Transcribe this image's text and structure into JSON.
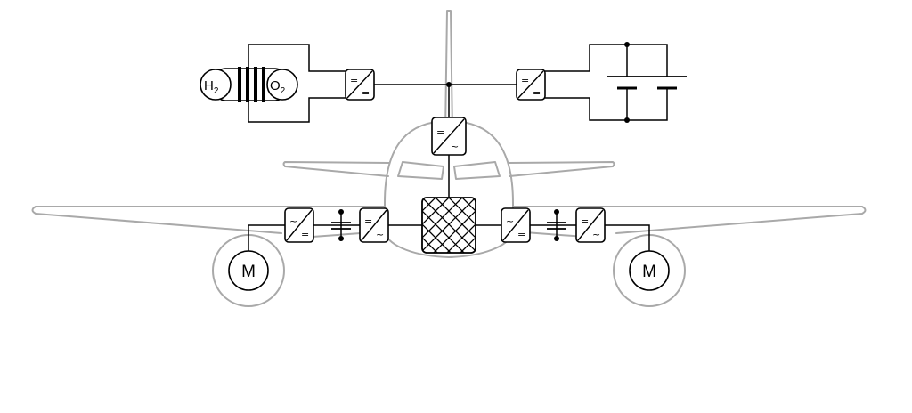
{
  "fuel_cell": {
    "hydrogen": {
      "base": "H",
      "sub": "2"
    },
    "oxygen": {
      "base": "O",
      "sub": "2"
    }
  },
  "converter_symbols": {
    "dc": "=",
    "ac": "~"
  },
  "motors": {
    "left_label": "M",
    "right_label": "M"
  },
  "colors": {
    "airframe": "#a9a9a9",
    "circuit": "#000000"
  }
}
